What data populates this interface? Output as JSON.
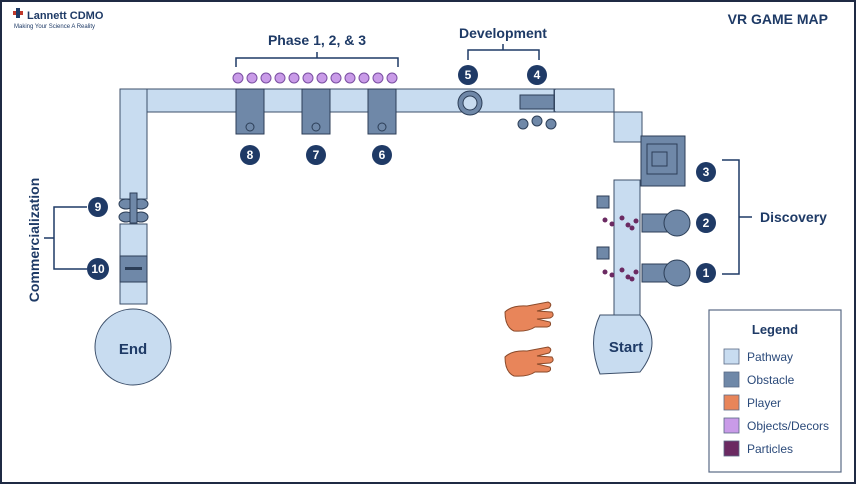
{
  "brand": {
    "name": "Lannett CDMO",
    "tagline": "Making Your Science A Reality"
  },
  "title": "VR GAME MAP",
  "group_labels": {
    "phases": "Phase 1, 2, & 3",
    "development": "Development",
    "discovery": "Discovery",
    "commercialization": "Commercialization"
  },
  "stations": {
    "start": "Start",
    "end": "End"
  },
  "markers": [
    "1",
    "2",
    "3",
    "4",
    "5",
    "6",
    "7",
    "8",
    "9",
    "10"
  ],
  "legend": {
    "title": "Legend",
    "items": [
      {
        "label": "Pathway",
        "color": "#c8dcf0"
      },
      {
        "label": "Obstacle",
        "color": "#6f88a8"
      },
      {
        "label": "Player",
        "color": "#e8855a"
      },
      {
        "label": "Objects/Decors",
        "color": "#c99be8"
      },
      {
        "label": "Particles",
        "color": "#6b2a62"
      }
    ]
  },
  "colors": {
    "pathway": "#c8dcf0",
    "obstacle": "#6f88a8",
    "player": "#e8855a",
    "decor": "#c99be8",
    "particles": "#6b2a62",
    "marker": "#1f3a66",
    "text": "#1e3a66"
  }
}
